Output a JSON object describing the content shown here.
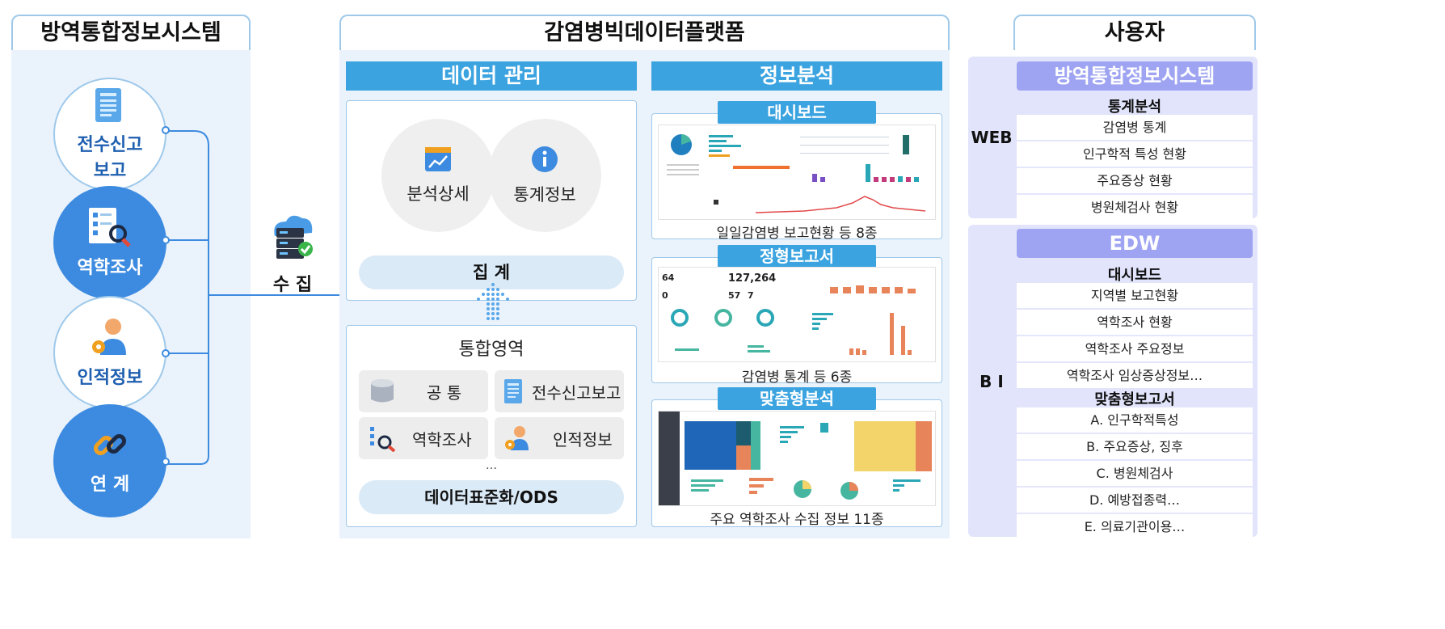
{
  "left": {
    "title": "방역통합정보시스템",
    "items": [
      {
        "label_line1": "전수신고",
        "label_line2": "보고",
        "icon": "report-document-icon"
      },
      {
        "label_line1": "역학조사",
        "label_line2": "",
        "icon": "checklist-magnifier-icon"
      },
      {
        "label_line1": "인적정보",
        "label_line2": "",
        "icon": "person-gear-icon"
      },
      {
        "label_line1": "연 계",
        "label_line2": "",
        "icon": "chain-link-icon"
      }
    ]
  },
  "collect": {
    "label": "수 집",
    "icon": "cloud-server-icon"
  },
  "middle": {
    "title": "감염병빅데이터플랫폼",
    "data_mgmt": {
      "title": "데이터 관리",
      "circle_left": "분석상세",
      "circle_right": "통계정보",
      "aggregate": "집 계",
      "integrated_title": "통합영역",
      "boxes": [
        "공 통",
        "전수신고보고",
        "역학조사",
        "인적정보"
      ],
      "ellipsis": "…",
      "ods": "데이터표준화/ODS"
    },
    "analysis": {
      "title": "정보분석",
      "sections": [
        {
          "tab": "대시보드",
          "caption": "일일감염병 보고현황 등 8종"
        },
        {
          "tab": "정형보고서",
          "caption": "감염병 통계 등 6종"
        },
        {
          "tab": "맞춤형분석",
          "caption": "주요 역학조사 수집 정보 11종"
        }
      ],
      "mini_numbers": [
        "64",
        "127,264",
        "57",
        "7",
        "0"
      ]
    }
  },
  "right": {
    "title": "사용자",
    "web": {
      "label": "WEB",
      "header": "방역통합정보시스템",
      "subhead": "통계분석",
      "rows": [
        "감염병 통계",
        "인구학적 특성 현황",
        "주요증상 현황",
        "병원체검사 현황"
      ]
    },
    "bi": {
      "label": "B I",
      "header": "EDW",
      "subhead1": "대시보드",
      "rows1": [
        "지역별 보고현황",
        "역학조사 현황",
        "역학조사 주요정보",
        "역학조사 임상증상정보…"
      ],
      "subhead2": "맞춤형보고서",
      "rows2": [
        "A. 인구학적특성",
        "B. 주요증상, 징후",
        "C. 병원체검사",
        "D. 예방접종력…",
        "E. 의료기관이용…"
      ]
    }
  },
  "colors": {
    "blue": "#3d8be0",
    "light_blue": "#3aa3e0",
    "purple": "#9ea4f2",
    "lavender": "#e1e4fb"
  }
}
